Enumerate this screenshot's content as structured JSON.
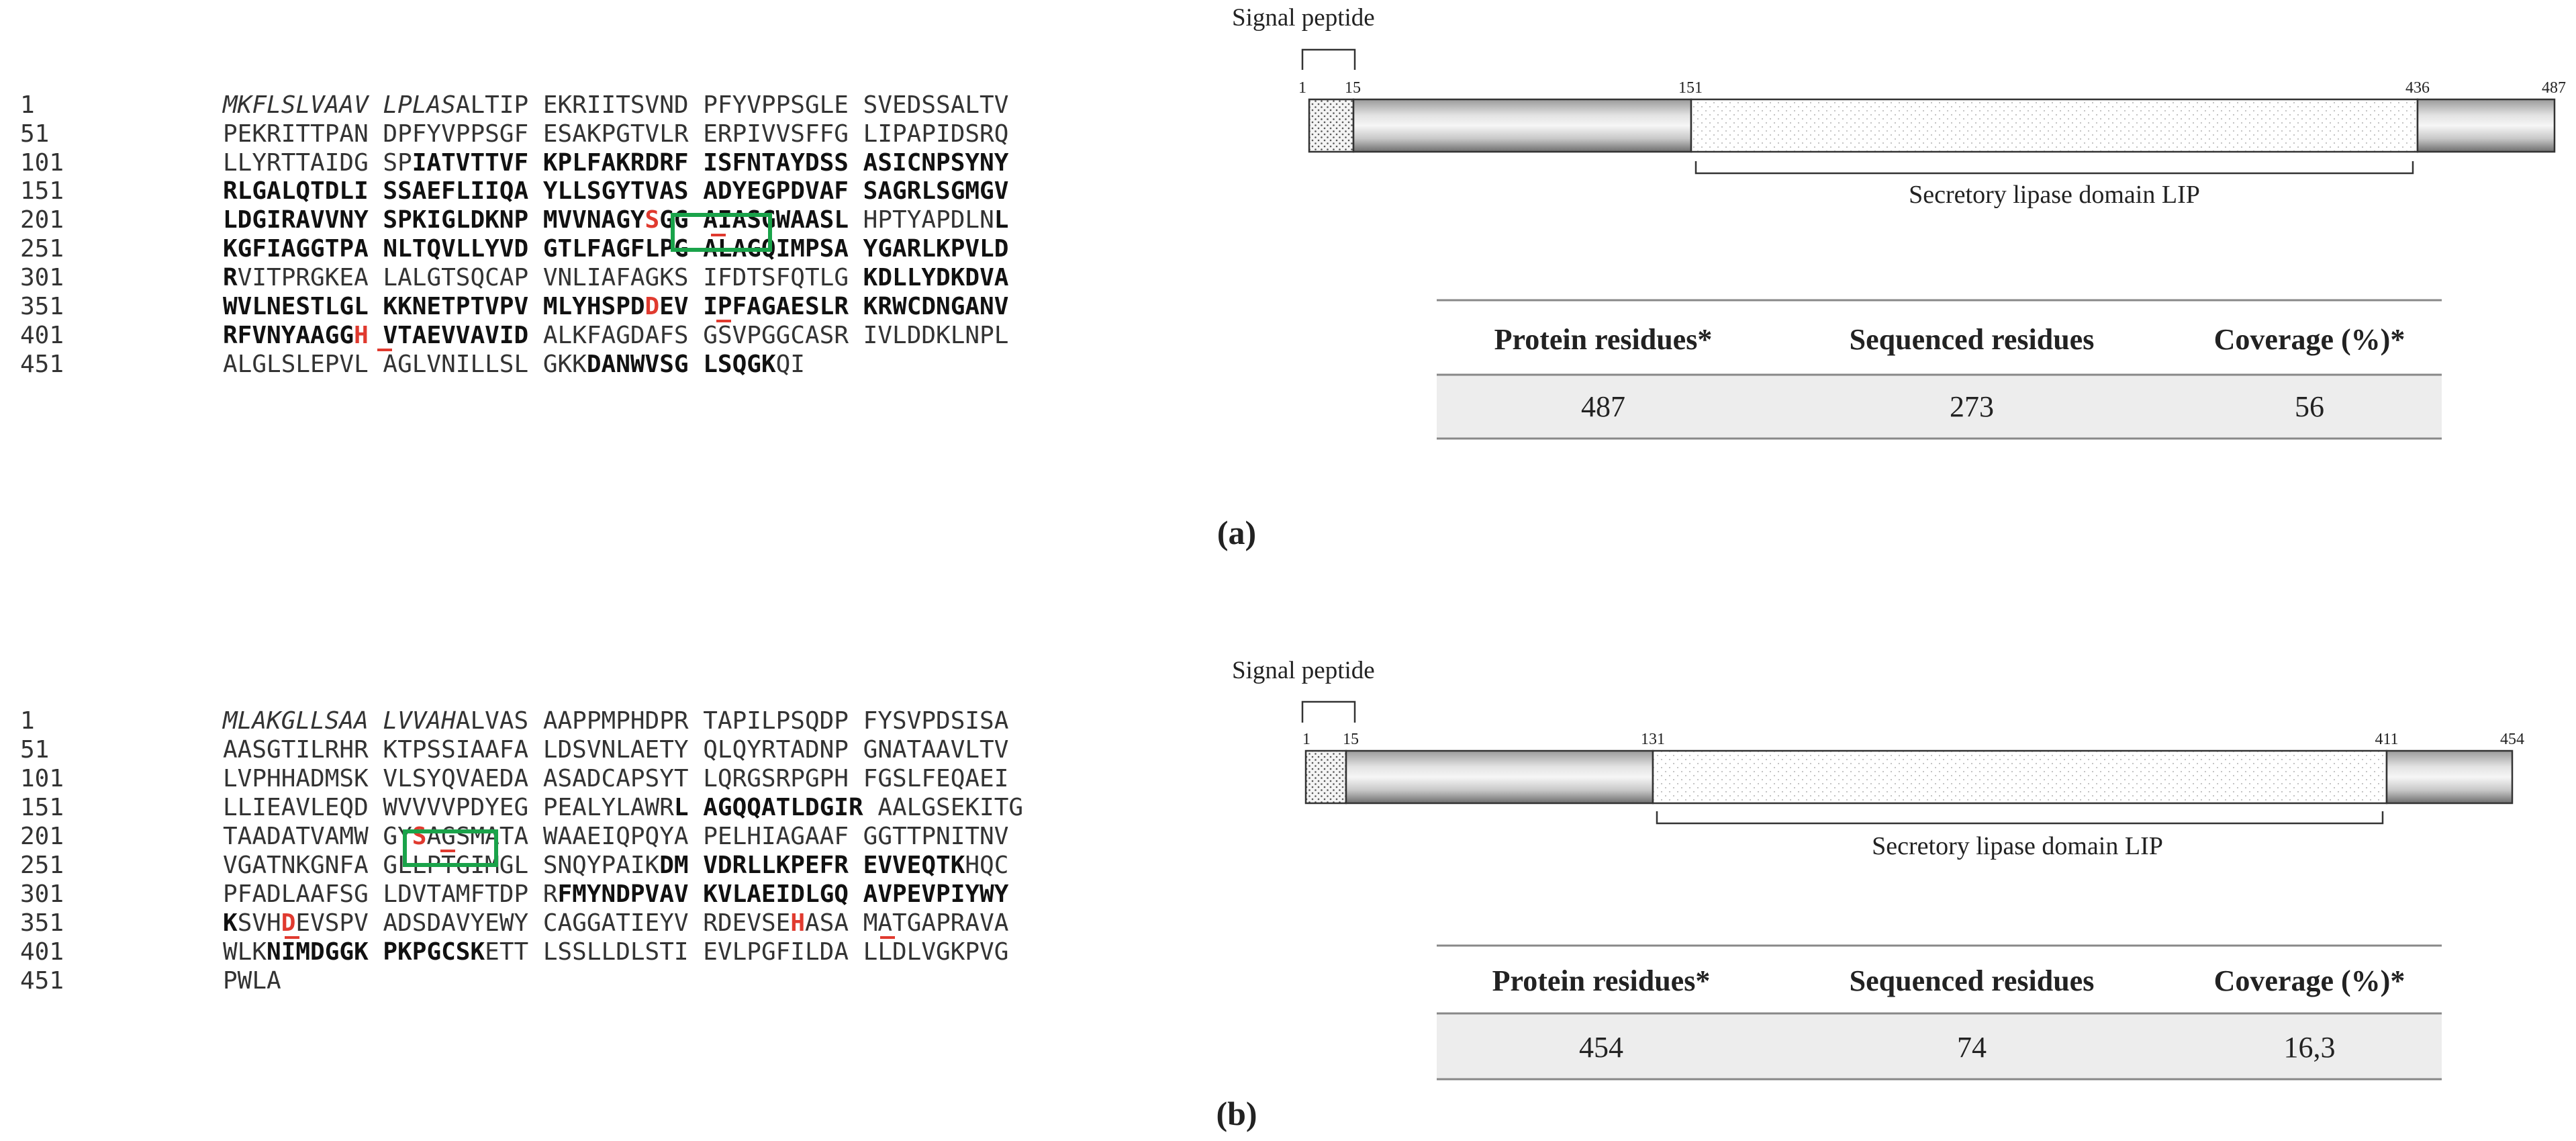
{
  "panels": [
    {
      "caption": "(a)",
      "sequence_lines": [
        {
          "num": "1",
          "segs": [
            {
              "t": "MKFLSLVAAV LPLAS",
              "s": "i"
            },
            {
              "t": "ALTIP EKRIITSVND PFYVPPSGLE SVEDSSALTV",
              "s": "n"
            }
          ]
        },
        {
          "num": "51",
          "segs": [
            {
              "t": "PEKRITTPAN DPFYVPPSGF ESAKPGTVLR ERPIVVSFFG LIPAPIDSRQ",
              "s": "n"
            }
          ]
        },
        {
          "num": "101",
          "segs": [
            {
              "t": "LLYRTTAIDG SP",
              "s": "n"
            },
            {
              "t": "IATVTTVF KPLFAKRDRF ISFNTAYDSS ASICNPSYNY",
              "s": "b"
            }
          ]
        },
        {
          "num": "151",
          "segs": [
            {
              "t": "RLGALQTDLI SSAEFLIIQA YLLSGYTVAS ADYEGPDVAF SAGRLSGMGV",
              "s": "b"
            }
          ]
        },
        {
          "num": "201",
          "segs": [
            {
              "t": "LDGIRAVVNY SPKIGLDKNP MVVNAGY",
              "s": "b"
            },
            {
              "t": "S",
              "s": "r"
            },
            {
              "t": "GG AIASGWAASL",
              "s": "b"
            },
            {
              "t": " HPTYAPDLN",
              "s": "n"
            },
            {
              "t": "L",
              "s": "b"
            }
          ]
        },
        {
          "num": "251",
          "segs": [
            {
              "t": "KGFIAGGTPA NLTQVLLYVD GTLFAGFLPG ALAGQIMPSA YGARLKPVLD",
              "s": "b"
            }
          ]
        },
        {
          "num": "301",
          "segs": [
            {
              "t": "R",
              "s": "b"
            },
            {
              "t": "VITPRGKEA LALGTSQCAP VNLIAFAGKS IFDTSFQTLG ",
              "s": "n"
            },
            {
              "t": "KDLLYDKDVA",
              "s": "b"
            }
          ]
        },
        {
          "num": "351",
          "segs": [
            {
              "t": "WVLNESTLGL KKNETPTVPV MLYHSPD",
              "s": "b"
            },
            {
              "t": "D",
              "s": "r"
            },
            {
              "t": "EV IPFAGAESLR KRWCDNGANV",
              "s": "b"
            }
          ]
        },
        {
          "num": "401",
          "segs": [
            {
              "t": "RFVNYAAGG",
              "s": "b"
            },
            {
              "t": "H",
              "s": "r"
            },
            {
              "t": " VTAEVVAVID",
              "s": "b"
            },
            {
              "t": " ALKFAGDAFS GSVPGGCASR IVLDDKLNPL",
              "s": "n"
            }
          ]
        },
        {
          "num": "451",
          "segs": [
            {
              "t": "ALGLSLEPVL AGLVNILLSL GKK",
              "s": "n"
            },
            {
              "t": "DANWVSG LSQGK",
              "s": "b"
            },
            {
              "t": "QI",
              "s": "n"
            }
          ]
        }
      ],
      "diagram": {
        "signal_label": "Signal peptide",
        "total": 487,
        "positions": [
          "1",
          "15",
          "151",
          "436",
          "487"
        ],
        "domain_label": "Secretory lipase domain LIP"
      },
      "table": {
        "headers": [
          "Protein residues*",
          "Sequenced residues",
          "Coverage (%)*"
        ],
        "values": [
          "487",
          "273",
          "56"
        ]
      }
    },
    {
      "caption": "(b)",
      "sequence_lines": [
        {
          "num": "1",
          "segs": [
            {
              "t": "MLAKGLLSAA LVVAH",
              "s": "i"
            },
            {
              "t": "ALVAS AAPPMPHDPR TAPILPSQDP FYSVPDSISA",
              "s": "n"
            }
          ]
        },
        {
          "num": "51",
          "segs": [
            {
              "t": "AASGTILRHR KTPSSIAAFA LDSVNLAETY QLQYRTADNP GNATAAVLTV",
              "s": "n"
            }
          ]
        },
        {
          "num": "101",
          "segs": [
            {
              "t": "LVPHHADMSK VLSYQVAEDA ASADCAPSYT LQRGSRPGPH FGSLFEQAEI",
              "s": "n"
            }
          ]
        },
        {
          "num": "151",
          "segs": [
            {
              "t": "LLIEAVLEQD WVVVVPDYEG PEALYLAWR",
              "s": "n"
            },
            {
              "t": "L AGQQATLDGIR",
              "s": "b"
            },
            {
              "t": " AALGSEKITG",
              "s": "n"
            }
          ]
        },
        {
          "num": "201",
          "segs": [
            {
              "t": "TAADATVAMW GY",
              "s": "n"
            },
            {
              "t": "S",
              "s": "r"
            },
            {
              "t": "AGSMATA WAAEIQPQYA PELHIAGAAF GGTTPNITNV",
              "s": "n"
            }
          ]
        },
        {
          "num": "251",
          "segs": [
            {
              "t": "VGATNKGNFA GLLPTGIMGL SNQYPAIK",
              "s": "n"
            },
            {
              "t": "DM VDRLLKPEFR EVVEQTK",
              "s": "b"
            },
            {
              "t": "HQC",
              "s": "n"
            }
          ]
        },
        {
          "num": "301",
          "segs": [
            {
              "t": "PFADLAAFSG LDVTAMFTDP R",
              "s": "n"
            },
            {
              "t": "FMYNDPVAV KVLAEIDLGQ AVPEVPIYWY",
              "s": "b"
            }
          ]
        },
        {
          "num": "351",
          "segs": [
            {
              "t": "K",
              "s": "b"
            },
            {
              "t": "SVH",
              "s": "n"
            },
            {
              "t": "D",
              "s": "r"
            },
            {
              "t": "EVSPV ADSDAVYEWY CAGGATIEYV RDEVSE",
              "s": "n"
            },
            {
              "t": "H",
              "s": "r"
            },
            {
              "t": "ASA MATGAPRAVA",
              "s": "n"
            }
          ]
        },
        {
          "num": "401",
          "segs": [
            {
              "t": "WLK",
              "s": "n"
            },
            {
              "t": "NIMDGGK PKPGCSK",
              "s": "b"
            },
            {
              "t": "ETT LSSLLDLSTI EVLPGFILDA LLDLVGKPVG",
              "s": "n"
            }
          ]
        },
        {
          "num": "451",
          "segs": [
            {
              "t": "PWLA",
              "s": "n"
            }
          ]
        }
      ],
      "diagram": {
        "signal_label": "Signal peptide",
        "total": 454,
        "positions": [
          "1",
          "15",
          "131",
          "411",
          "454"
        ],
        "domain_label": "Secretory lipase domain LIP"
      },
      "table": {
        "headers": [
          "Protein residues*",
          "Sequenced residues",
          "Coverage (%)*"
        ],
        "values": [
          "454",
          "74",
          "16,3"
        ]
      }
    }
  ]
}
